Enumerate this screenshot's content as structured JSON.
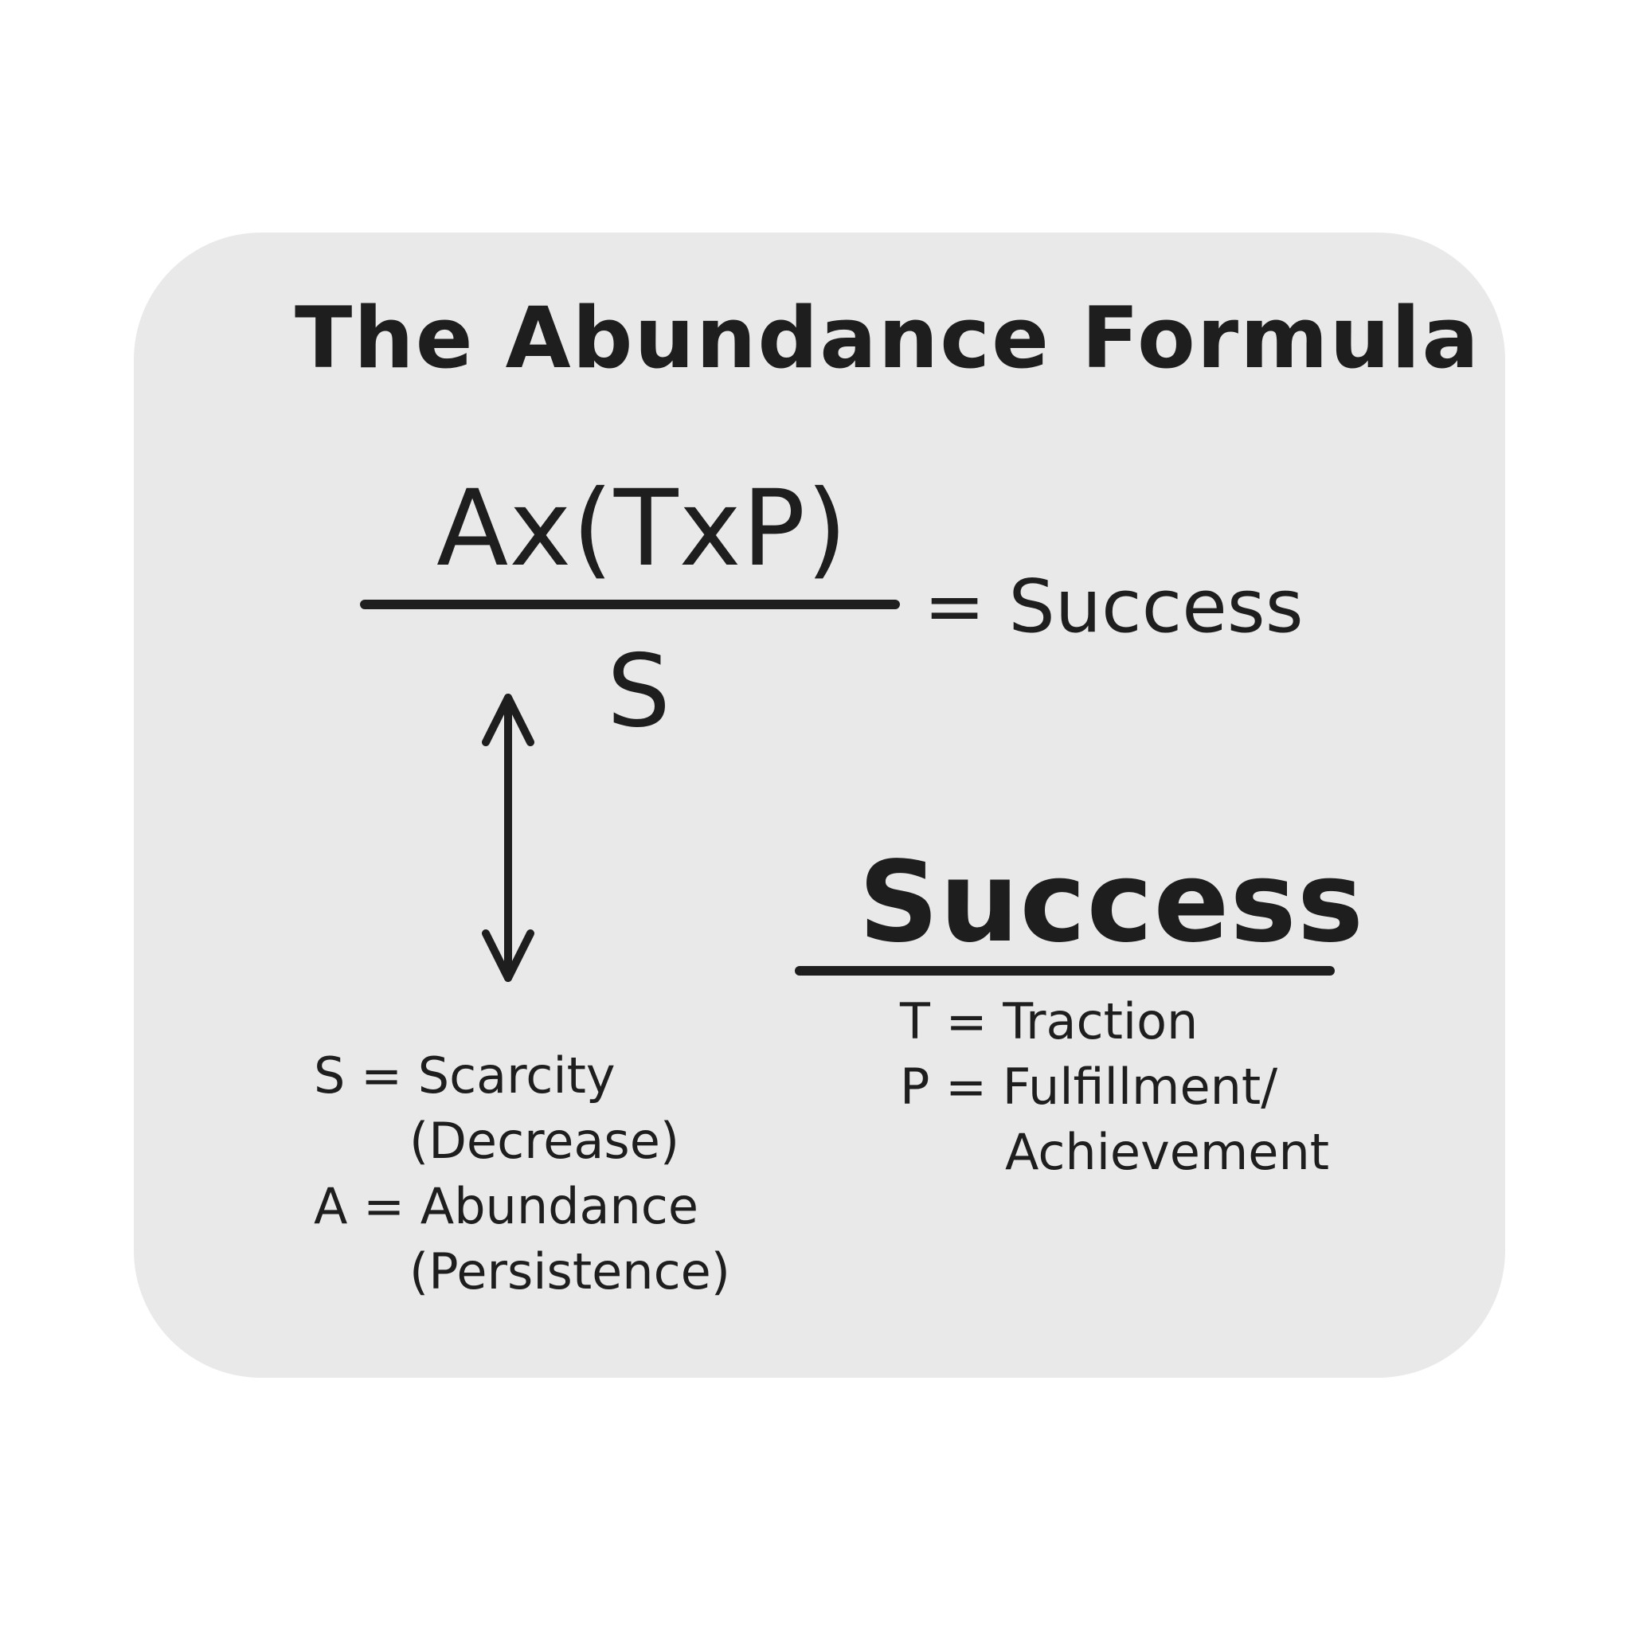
{
  "title": "The Abundance Formula",
  "formula": {
    "numerator": "Ax(TxP)",
    "denominator": "S",
    "result": "= Success"
  },
  "success_fraction": {
    "heading": "Success",
    "definitions": {
      "t_line": "T = Traction",
      "p_line": "P = Fulfillment/",
      "p_continuation": "Achievement"
    }
  },
  "legend": {
    "s_line": "S = Scarcity",
    "s_continuation": "(Decrease)",
    "a_line": "A = Abundance",
    "a_continuation": "(Persistence)"
  },
  "icons": {
    "arrow": "double-headed-vertical-arrow-icon"
  },
  "colors": {
    "ink": "#1e1e1e",
    "pad": "#e9e9e9",
    "background": "#ffffff"
  }
}
